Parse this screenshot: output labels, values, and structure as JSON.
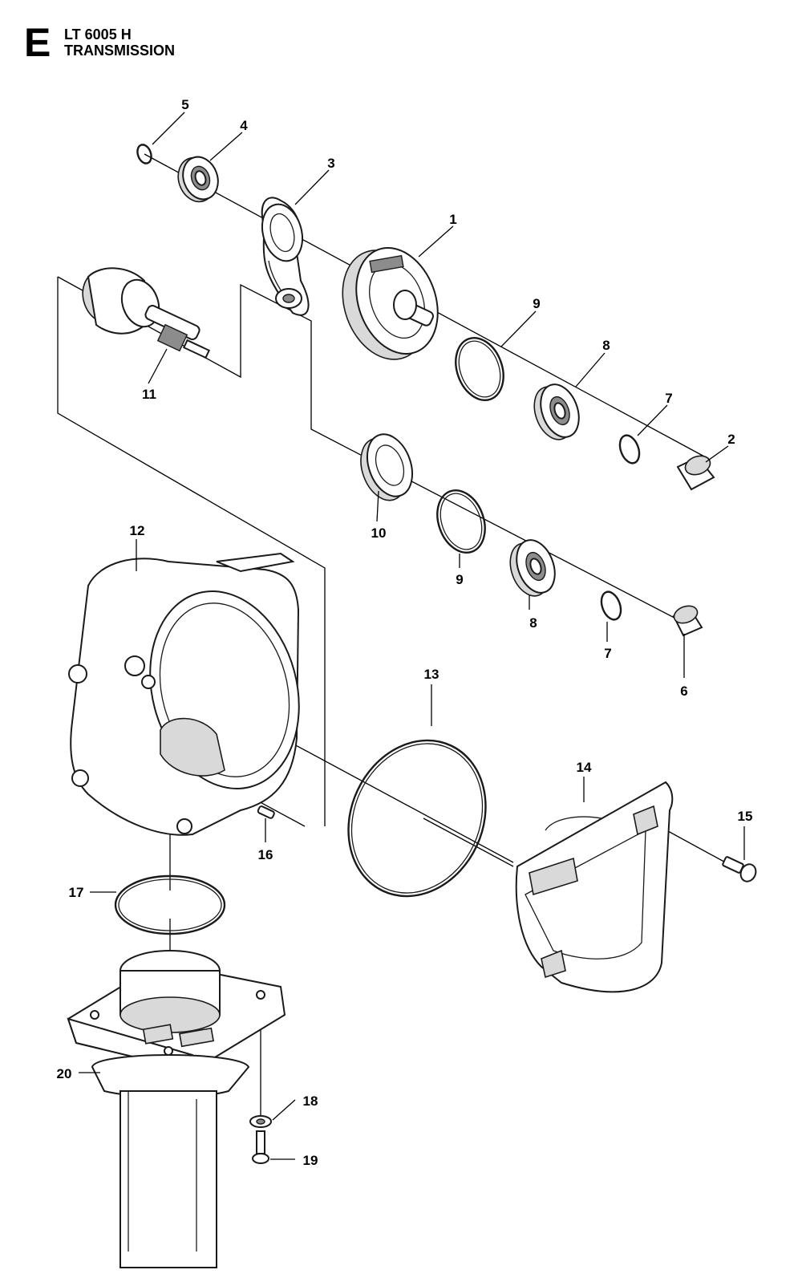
{
  "header": {
    "section_letter": "E",
    "model": "LT 6005 H",
    "title": "TRANSMISSION"
  },
  "callouts": [
    "1",
    "2",
    "3",
    "4",
    "5",
    "6",
    "7",
    "7",
    "8",
    "8",
    "9",
    "9",
    "10",
    "11",
    "12",
    "13",
    "14",
    "15",
    "16",
    "17",
    "18",
    "19",
    "20"
  ]
}
